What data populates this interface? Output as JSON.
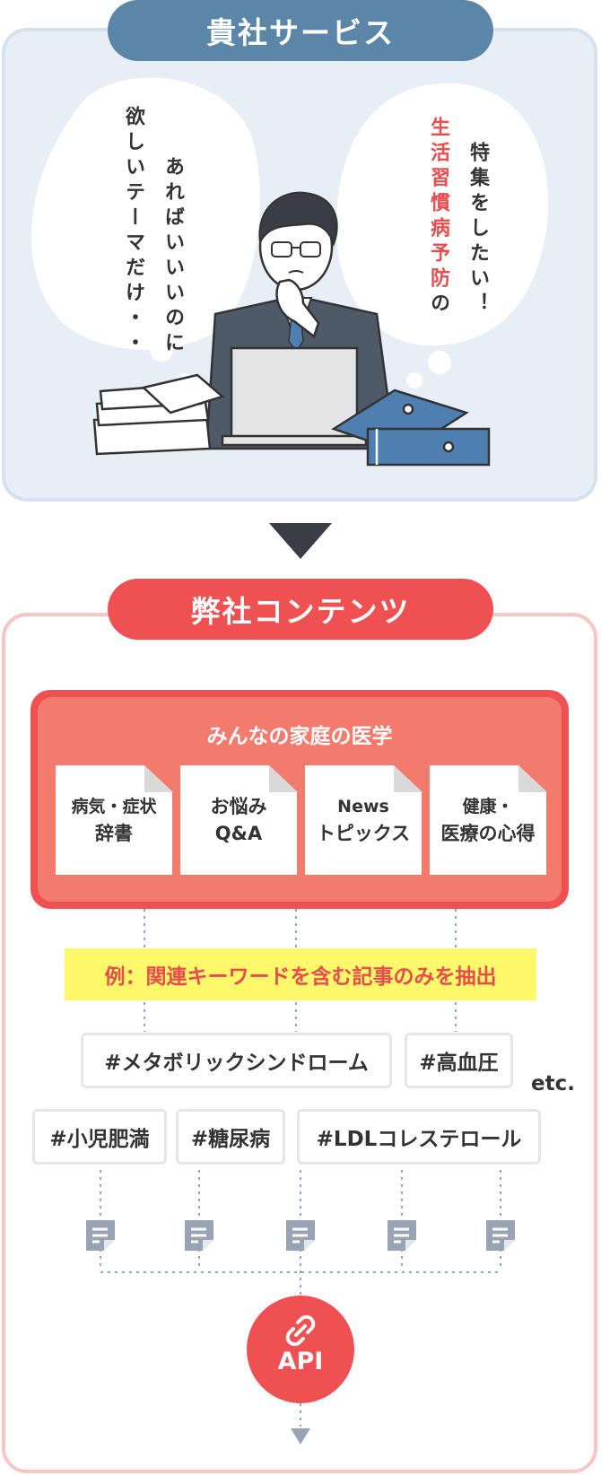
{
  "top": {
    "title": "貴社サービス",
    "bubble_left_col1": "欲しいテーマだけ・・",
    "bubble_left_col2": "あればいいいのに",
    "bubble_right_col1_red": "生活習慣病予防",
    "bubble_right_col1_rest": "の",
    "bubble_right_col2": "特集をしたい！"
  },
  "bottom": {
    "title": "弊社コンテンツ",
    "content_box_title": "みんなの家庭の医学",
    "cards": [
      {
        "line1": "病気・症状",
        "line2": "辞書"
      },
      {
        "line1": "お悩み",
        "line2": "Q&A"
      },
      {
        "line1": "News",
        "line2": "トピックス"
      },
      {
        "line1": "健康・",
        "line2": "医療の心得"
      }
    ],
    "example_text": "例：関連キーワードを含む記事のみを抽出",
    "tags": [
      "#メタボリックシンドローム",
      "#高血圧",
      "#小児肥満",
      "#糖尿病",
      "#LDLコレステロール"
    ],
    "etc_label": "etc.",
    "api_label": "API"
  },
  "icons": {
    "document": "document-icon",
    "link": "link-icon",
    "arrow_down": "triangle-down-icon"
  },
  "colors": {
    "top_accent": "#5c86a8",
    "bottom_accent": "#ef5052",
    "content_inner": "#f37b6e",
    "highlight": "#fff86a",
    "doc_icon": "#9aa3b3"
  }
}
